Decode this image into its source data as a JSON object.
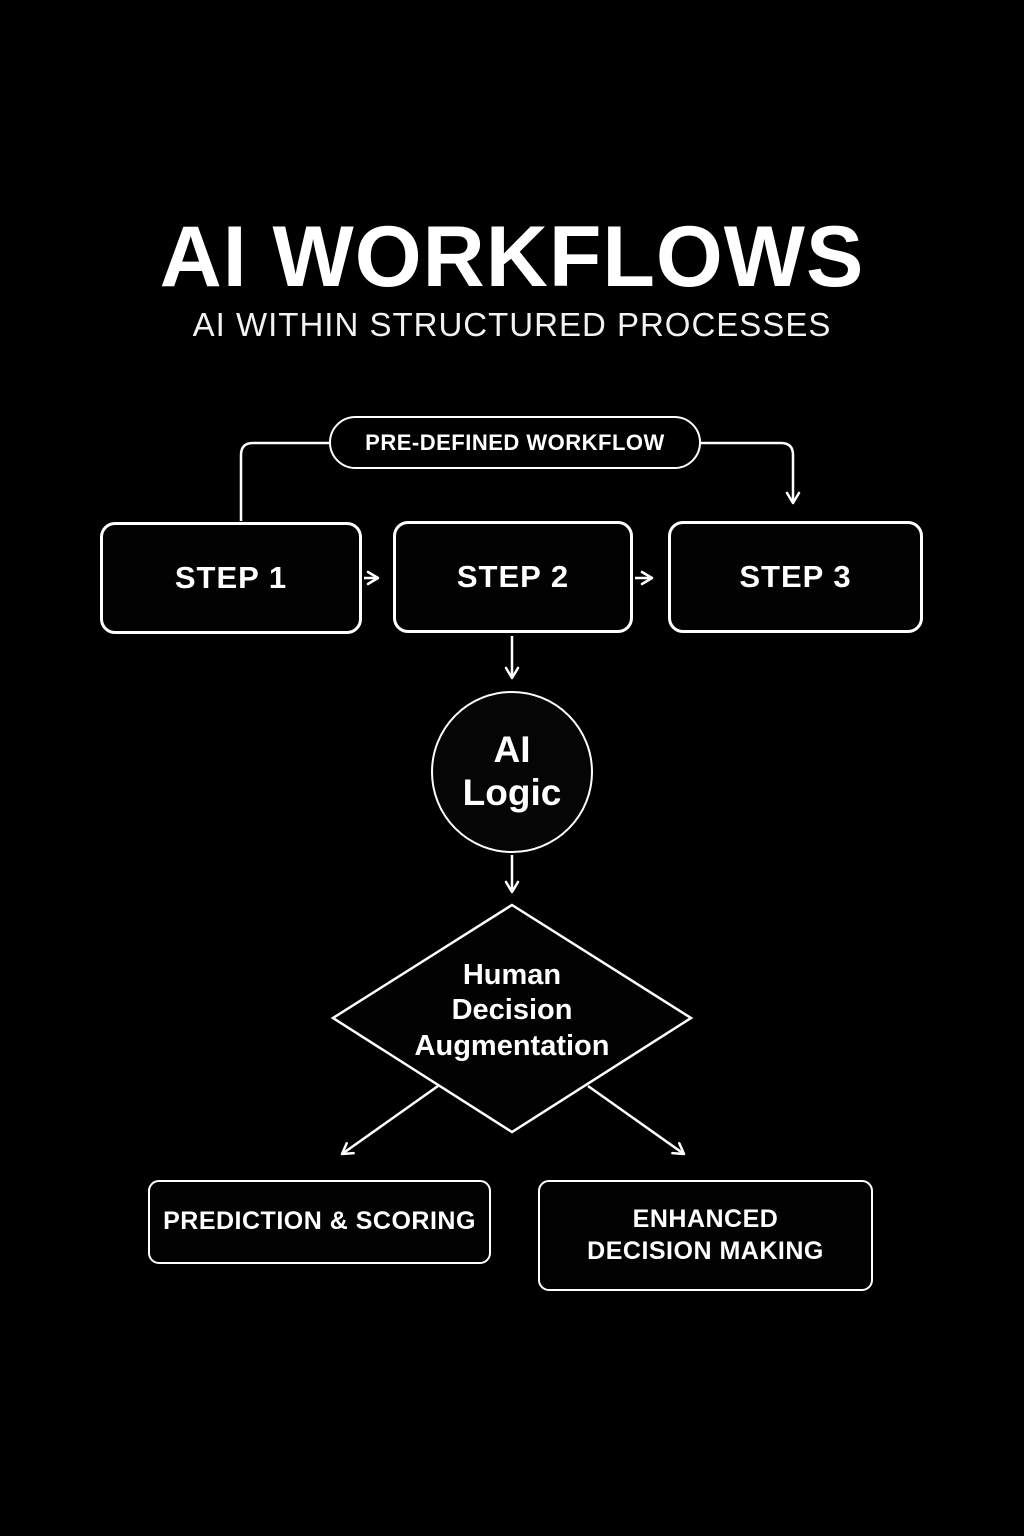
{
  "header": {
    "title": "AI WORKFLOWS",
    "subtitle": "AI WITHIN STRUCTURED PROCESSES"
  },
  "workflow": {
    "pill_label": "PRE-DEFINED WORKFLOW",
    "steps": [
      {
        "label": "STEP 1"
      },
      {
        "label": "STEP 2"
      },
      {
        "label": "STEP 3"
      }
    ]
  },
  "ai_logic": {
    "lines": [
      "AI",
      "Logic"
    ]
  },
  "decision": {
    "lines": [
      "Human",
      "Decision",
      "Augmentation"
    ]
  },
  "outcomes": [
    {
      "label": "PREDICTION & SCORING"
    },
    {
      "label": "ENHANCED DECISION MAKING"
    }
  ],
  "colors": {
    "background": "#000000",
    "foreground": "#ffffff"
  }
}
